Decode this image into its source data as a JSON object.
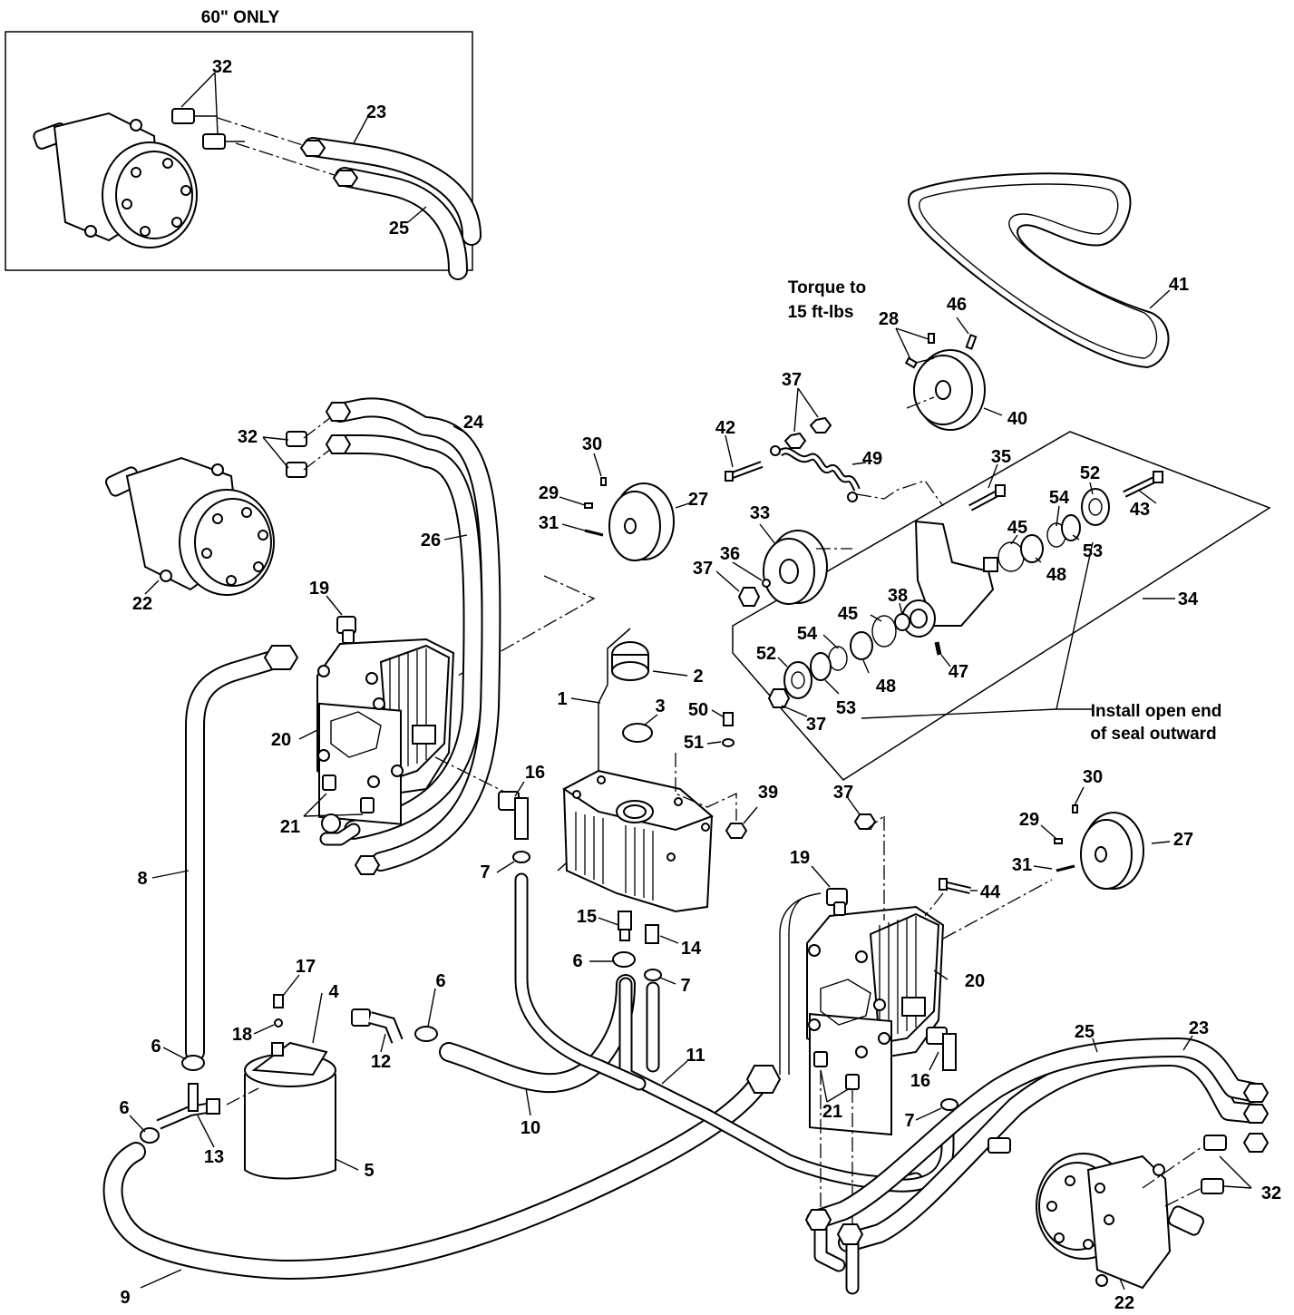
{
  "inset": {
    "title": "60\" ONLY"
  },
  "notes": {
    "torque_line1": "Torque to",
    "torque_line2": "15 ft-lbs",
    "seal_line1": "Install open end",
    "seal_line2": "of seal outward"
  },
  "callouts": {
    "c1": "1",
    "c2": "2",
    "c3": "3",
    "c4": "4",
    "c5": "5",
    "c6a": "6",
    "c6b": "6",
    "c6c": "6",
    "c6d": "6",
    "c7a": "7",
    "c7b": "7",
    "c7c": "7",
    "c8": "8",
    "c9": "9",
    "c10": "10",
    "c11": "11",
    "c12": "12",
    "c13": "13",
    "c14": "14",
    "c15": "15",
    "c16a": "16",
    "c16b": "16",
    "c17": "17",
    "c18": "18",
    "c19a": "19",
    "c19b": "19",
    "c20a": "20",
    "c20b": "20",
    "c21a": "21",
    "c21b": "21",
    "c22a": "22",
    "c22b": "22",
    "c23a": "23",
    "c23b": "23",
    "c24": "24",
    "c25a": "25",
    "c25b": "25",
    "c26": "26",
    "c27a": "27",
    "c27b": "27",
    "c28": "28",
    "c29a": "29",
    "c29b": "29",
    "c30a": "30",
    "c30b": "30",
    "c31a": "31",
    "c31b": "31",
    "c32a": "32",
    "c32b": "32",
    "c32c": "32",
    "c33": "33",
    "c34": "34",
    "c35": "35",
    "c36": "36",
    "c37a": "37",
    "c37b": "37",
    "c37c": "37",
    "c37d": "37",
    "c38": "38",
    "c39": "39",
    "c40": "40",
    "c41": "41",
    "c42": "42",
    "c43": "43",
    "c44": "44",
    "c45a": "45",
    "c45b": "45",
    "c46": "46",
    "c47": "47",
    "c48a": "48",
    "c48b": "48",
    "c49": "49",
    "c50": "50",
    "c51": "51",
    "c52a": "52",
    "c52b": "52",
    "c53a": "53",
    "c53b": "53",
    "c54a": "54",
    "c54b": "54"
  }
}
